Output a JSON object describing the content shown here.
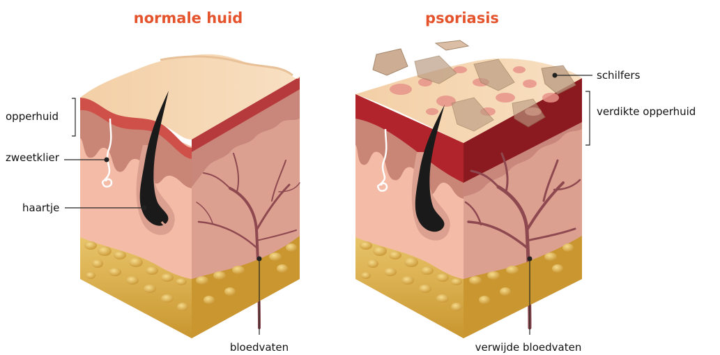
{
  "titles": {
    "normal": "normale huid",
    "psoriasis": "psoriasis"
  },
  "labels": {
    "epidermis": "opperhuid",
    "sweat_gland": "zweetklier",
    "hair": "haartje",
    "vessels": "bloedvaten",
    "scales": "schilfers",
    "thickened_epidermis": "verdikte opperhuid",
    "dilated_vessels": "verwijde bloedvaten"
  },
  "colors": {
    "title": "#e4532b",
    "top_surface": "#f6d7b4",
    "skin_front": "#f4bca7",
    "skin_side": "#dca090",
    "epidermis_red": "#cf5049",
    "epidermis_red_psoriasis": "#b2242b",
    "fat": "#d8ad4a",
    "vessel": "#8e4950",
    "hair": "#1a1a1a"
  }
}
